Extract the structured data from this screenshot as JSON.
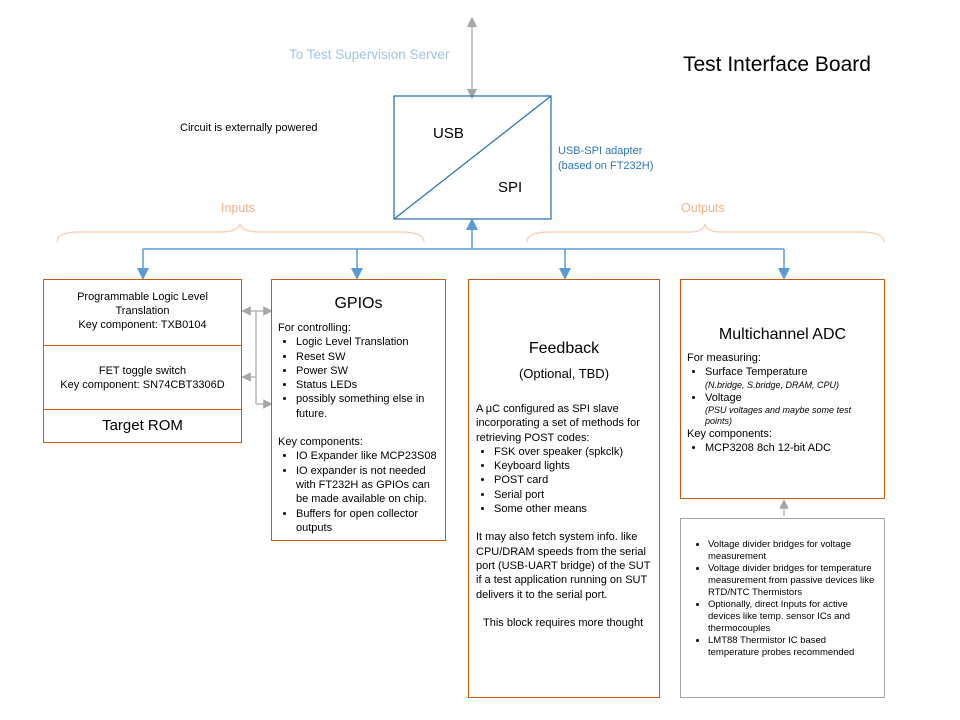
{
  "title": "Test Interface Board",
  "server_label": "To Test Supervision Server",
  "power_note": "Circuit is externally powered",
  "adapter": {
    "usb": "USB",
    "spi": "SPI",
    "note_line1": "USB-SPI adapter",
    "note_line2": "(based on FT232H)"
  },
  "inputs_label": "Inputs",
  "outputs_label": "Outputs",
  "left_stack": {
    "level": {
      "l1": "Programmable Logic Level",
      "l2": "Translation",
      "l3": "Key component: TXB0104"
    },
    "fet": {
      "l1": "FET toggle switch",
      "l2": "Key component: SN74CBT3306D"
    },
    "rom": "Target ROM"
  },
  "gpio": {
    "title": "GPIOs",
    "intro": "For controlling:",
    "items": [
      "Logic Level Translation",
      "Reset SW",
      "Power SW",
      "Status LEDs",
      "possibly something else in future."
    ],
    "key_label": "Key components:",
    "key_items": [
      "IO Expander like MCP23S08",
      "IO expander is not needed with FT232H as GPIOs can be made available on chip.",
      "Buffers for open collector outputs"
    ]
  },
  "feedback": {
    "title": "Feedback",
    "subtitle": "(Optional, TBD)",
    "intro": "A μC configured as SPI slave incorporating a set of methods for retrieving POST codes:",
    "items": [
      "FSK over speaker (spkclk)",
      "Keyboard lights",
      "POST card",
      "Serial port",
      "Some other means"
    ],
    "para": "It may also fetch system info. like CPU/DRAM speeds from the serial port (USB-UART bridge) of the SUT if a test application running on SUT delivers it to the serial port.",
    "note": "This block requires more thought"
  },
  "adc": {
    "title": "Multichannel ADC",
    "intro": "For measuring:",
    "item1": "Surface Temperature",
    "item1_sub": "(N.bridge, S.bridge, DRAM, CPU)",
    "item2": "Voltage",
    "item2_sub": "(PSU voltages and maybe some test points)",
    "key_label": "Key components:",
    "key_items": [
      "MCP3208 8ch 12-bit ADC"
    ]
  },
  "sensing": {
    "items": [
      "Voltage divider bridges for voltage measurement",
      "Voltage divider bridges for temperature measurement from passive devices like RTD/NTC Thermistors",
      "Optionally, direct Inputs for active devices like temp. sensor ICs and thermocouples",
      "LMT88 Thermistor IC based temperature probes recommended"
    ]
  },
  "colors": {
    "orange_border": "#c55a11",
    "blue_line": "#5b9bd5",
    "gray_arrow": "#a6a6a6",
    "light_orange": "#f4b183"
  }
}
